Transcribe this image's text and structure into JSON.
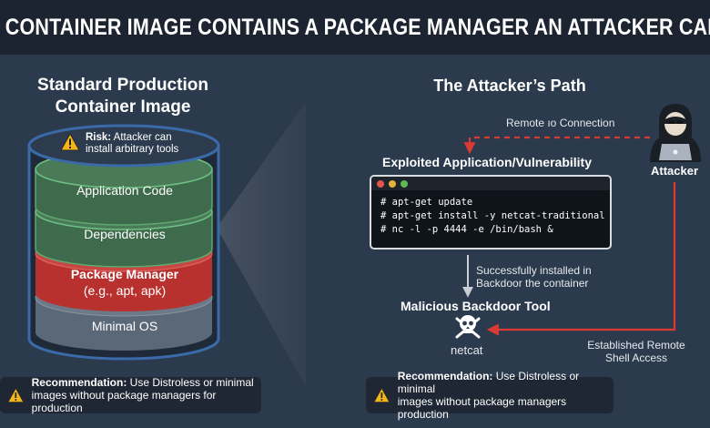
{
  "banner": {
    "title": "YOUR CONTAINER IMAGE CONTAINS A PACKAGE MANAGER AN ATTACKER CAN USE"
  },
  "left_panel": {
    "title_line1": "Standard Production",
    "title_line2": "Container Image",
    "risk": {
      "label": "Risk:",
      "text_line1": " Attacker can",
      "text_line2": "install arbitrary tools"
    },
    "layers": [
      {
        "label": "Application Code",
        "color": "#3f6b4d"
      },
      {
        "label": "Dependencies",
        "color": "#3f6b4d"
      },
      {
        "label": "Package Manager",
        "sublabel": "(e.g., apt, apk)",
        "color": "#b8312f"
      },
      {
        "label": "Minimal OS",
        "color": "#5b6878"
      }
    ],
    "recommendation": {
      "label": "Recommendation:",
      "text_line1": " Use Distroless or minimal",
      "text_line2": "images without package managers for production"
    }
  },
  "right_panel": {
    "title": "The Attacker’s Path",
    "remote_connection": "Remote ıo Connection",
    "attacker_label": "Attacker",
    "exploited_label": "Exploited Application/Vulnerability",
    "terminal_lines": [
      "# apt-get update",
      "# apt-get install -y netcat-traditional",
      "# nc -l -p 4444 -e /bin/bash &"
    ],
    "installed_line1": "Successfully installed in",
    "installed_line2": "Backdoor the container",
    "backdoor_label": "Malicious Backdoor Tool",
    "tool_name": "netcat",
    "shell_line1": "Established Remote",
    "shell_line2": "Shell Access",
    "recommendation": {
      "label": "Recommendation:",
      "text_line1": " Use Distroless or minimal",
      "text_line2": "images without package managers production"
    }
  },
  "colors": {
    "background": "#2b3a4c",
    "banner": "#1b2430",
    "danger": "#d93a34",
    "warning": "#f2b51c",
    "safe_layer": "#3f6b4d"
  }
}
